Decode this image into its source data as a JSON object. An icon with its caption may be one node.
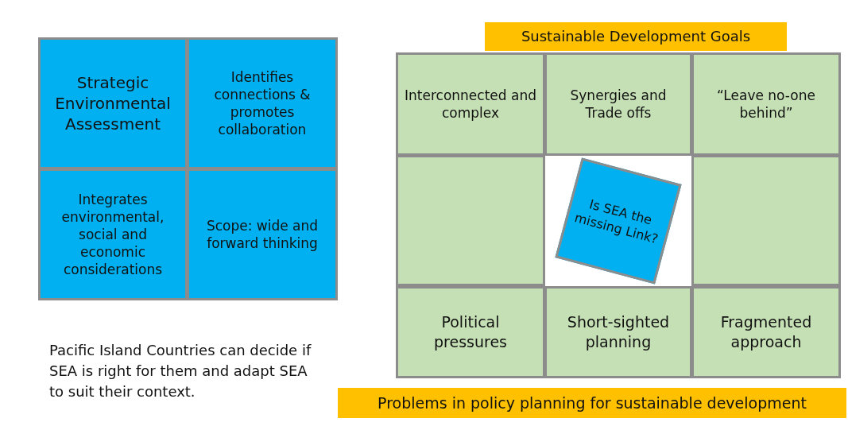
{
  "diagram": {
    "nodes": [
      {
        "text": [
          "Strategic Environmental Assessment"
        ]
      },
      {
        "text": [
          "Identifies connections & promotes collaboration"
        ]
      },
      {
        "text": [
          "Integrates environmental, social and economic considerations"
        ]
      },
      {
        "text": [
          "Scope: wide and forward thinking"
        ]
      },
      {
        "text": [
          "Sustainable Development Goals"
        ]
      },
      {
        "text": [
          "Interconnected and complex"
        ]
      },
      {
        "text": [
          "Synergies and Trade offs"
        ]
      },
      {
        "text": [
          "“Leave no-one behind”"
        ]
      },
      {
        "text": [],
        "shape": "box"
      },
      {
        "text": [],
        "shape": "box"
      },
      {
        "text": [
          "Is SEA the missing Link?"
        ]
      },
      {
        "text": [
          "Political pressures"
        ]
      },
      {
        "text": [
          "Short-sighted planning"
        ]
      },
      {
        "text": [
          "Fragmented approach"
        ]
      },
      {
        "text": [
          "Problems in policy planning for sustainable development"
        ]
      }
    ],
    "labels": [
      "Pacific Island Countries can decide if SEA is right for them and adapt SEA to suit their context."
    ]
  }
}
